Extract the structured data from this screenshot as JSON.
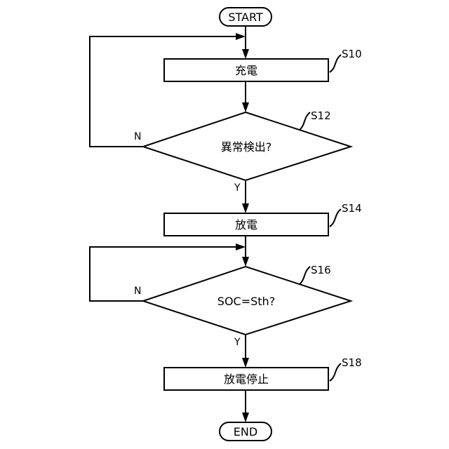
{
  "terminals": {
    "start": "START",
    "end": "END"
  },
  "steps": {
    "s10": {
      "id": "S10",
      "text": "充電"
    },
    "s12": {
      "id": "S12",
      "text": "異常検出?"
    },
    "s14": {
      "id": "S14",
      "text": "放電"
    },
    "s16": {
      "id": "S16",
      "text": "SOC=Sth?"
    },
    "s18": {
      "id": "S18",
      "text": "放電停止"
    }
  },
  "branches": {
    "s12_no": "N",
    "s12_yes": "Y",
    "s16_no": "N",
    "s16_yes": "Y"
  }
}
